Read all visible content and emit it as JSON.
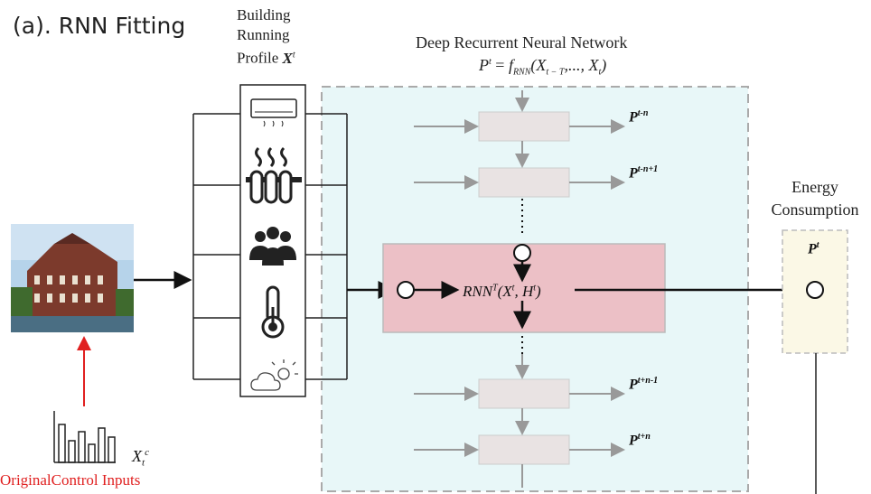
{
  "panel_title": "(a). RNN Fitting",
  "profile": {
    "line1": "Building",
    "line2": "Running",
    "line3": "Profile",
    "var": "X",
    "var_sup": "t",
    "icons": [
      "air-conditioner-icon",
      "heater-icon",
      "people-icon",
      "thermometer-icon",
      "weather-icon"
    ]
  },
  "drnn": {
    "title": "Deep Recurrent Neural Network",
    "eq_lhs": "P",
    "eq_lhs_sup": "t",
    "eq_eq": " = ",
    "eq_f": "f",
    "eq_f_sub": "RNN",
    "eq_args": "(X",
    "eq_args_sub": "t − T",
    "eq_args_rest": ",..., X",
    "eq_args_sub2": "t",
    "eq_close": ")"
  },
  "outputs": [
    {
      "base": "P",
      "sup": "t-n"
    },
    {
      "base": "P",
      "sup": "t-n+1"
    },
    {
      "base": "P",
      "sup": "t+n-1"
    },
    {
      "base": "P",
      "sup": "t+n"
    }
  ],
  "rnn_cell": {
    "label": "RNN",
    "sup": "T",
    "args": "(X",
    "args_sup": "t",
    "args_mid": ", H",
    "args_sup2": "t",
    "args_close": ")"
  },
  "energy": {
    "line1": "Energy",
    "line2": "Consumption",
    "out_base": "P",
    "out_sup": "t"
  },
  "control": {
    "label": "OriginalControl Inputs",
    "var": "X",
    "var_sub": "t",
    "var_sup": "c"
  },
  "colors": {
    "panel_bg": "#e8f7f8",
    "panel_border": "#aaaaaa",
    "gray_cell": "#e9e3e3",
    "red_cell": "#ecc0c6",
    "energy_bg": "#fbf8e6",
    "red_arrow": "#e02020"
  }
}
